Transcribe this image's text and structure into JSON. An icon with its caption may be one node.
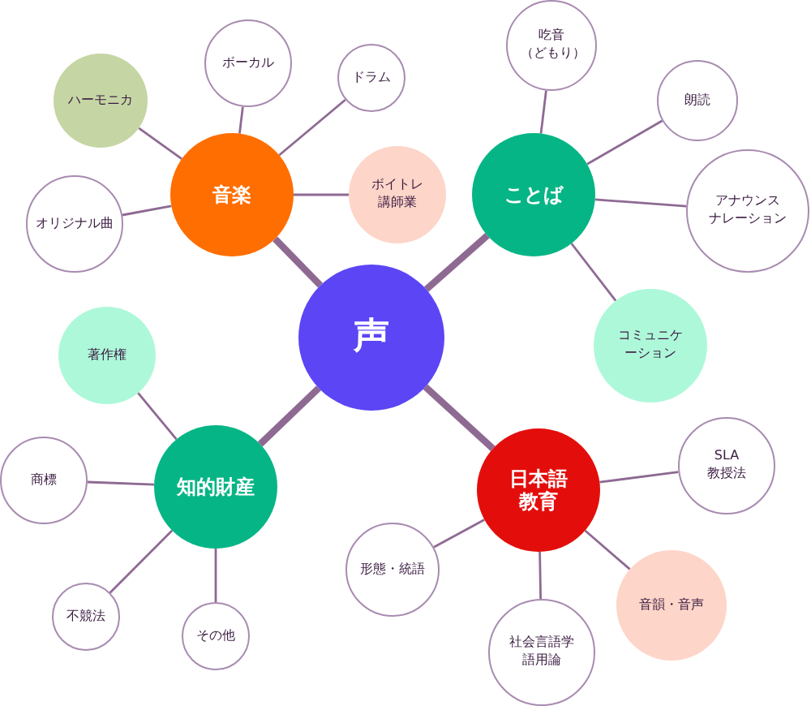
{
  "diagram": {
    "nodes": [
      {
        "text": [
          "声"
        ]
      },
      {
        "text": [
          "音楽"
        ]
      },
      {
        "text": [
          "ハーモニカ"
        ]
      },
      {
        "text": [
          "ボーカル"
        ]
      },
      {
        "text": [
          "ドラム"
        ]
      },
      {
        "text": [
          "ボイトレ講師業"
        ]
      },
      {
        "text": [
          "オリジナル曲"
        ]
      },
      {
        "text": [
          "ことば"
        ]
      },
      {
        "text": [
          "吃音（どもり）"
        ]
      },
      {
        "text": [
          "朗読"
        ]
      },
      {
        "text": [
          "アナウンス",
          "ナレーション"
        ]
      },
      {
        "text": [
          "コミュニケーション"
        ]
      },
      {
        "text": [
          "知的財産"
        ]
      },
      {
        "text": [
          "著作権"
        ]
      },
      {
        "text": [
          "商標"
        ]
      },
      {
        "text": [
          "不競法"
        ]
      },
      {
        "text": [
          "その他"
        ]
      },
      {
        "text": [
          "日本語教育"
        ]
      },
      {
        "text": [
          "SLA",
          "教授法"
        ]
      },
      {
        "text": [
          "形態・統語"
        ]
      },
      {
        "text": [
          "社会言語学",
          "語用論"
        ]
      },
      {
        "text": [
          "音韻・音声"
        ]
      }
    ],
    "edges": [
      {
        "from": 0,
        "to": 1,
        "arrow": "none",
        "style": "thick"
      },
      {
        "from": 0,
        "to": 7,
        "arrow": "none",
        "style": "thick"
      },
      {
        "from": 0,
        "to": 12,
        "arrow": "none",
        "style": "thick"
      },
      {
        "from": 0,
        "to": 17,
        "arrow": "none",
        "style": "thick"
      },
      {
        "from": 1,
        "to": 2,
        "arrow": "none"
      },
      {
        "from": 1,
        "to": 3,
        "arrow": "none"
      },
      {
        "from": 1,
        "to": 4,
        "arrow": "none"
      },
      {
        "from": 1,
        "to": 5,
        "arrow": "none"
      },
      {
        "from": 1,
        "to": 6,
        "arrow": "none"
      },
      {
        "from": 7,
        "to": 8,
        "arrow": "none"
      },
      {
        "from": 7,
        "to": 9,
        "arrow": "none"
      },
      {
        "from": 7,
        "to": 10,
        "arrow": "none"
      },
      {
        "from": 7,
        "to": 11,
        "arrow": "none"
      },
      {
        "from": 12,
        "to": 13,
        "arrow": "none"
      },
      {
        "from": 12,
        "to": 14,
        "arrow": "none"
      },
      {
        "from": 12,
        "to": 15,
        "arrow": "none"
      },
      {
        "from": 12,
        "to": 16,
        "arrow": "none"
      },
      {
        "from": 17,
        "to": 18,
        "arrow": "none"
      },
      {
        "from": 17,
        "to": 19,
        "arrow": "none"
      },
      {
        "from": 17,
        "to": 20,
        "arrow": "none"
      },
      {
        "from": 17,
        "to": 21,
        "arrow": "none"
      }
    ]
  }
}
